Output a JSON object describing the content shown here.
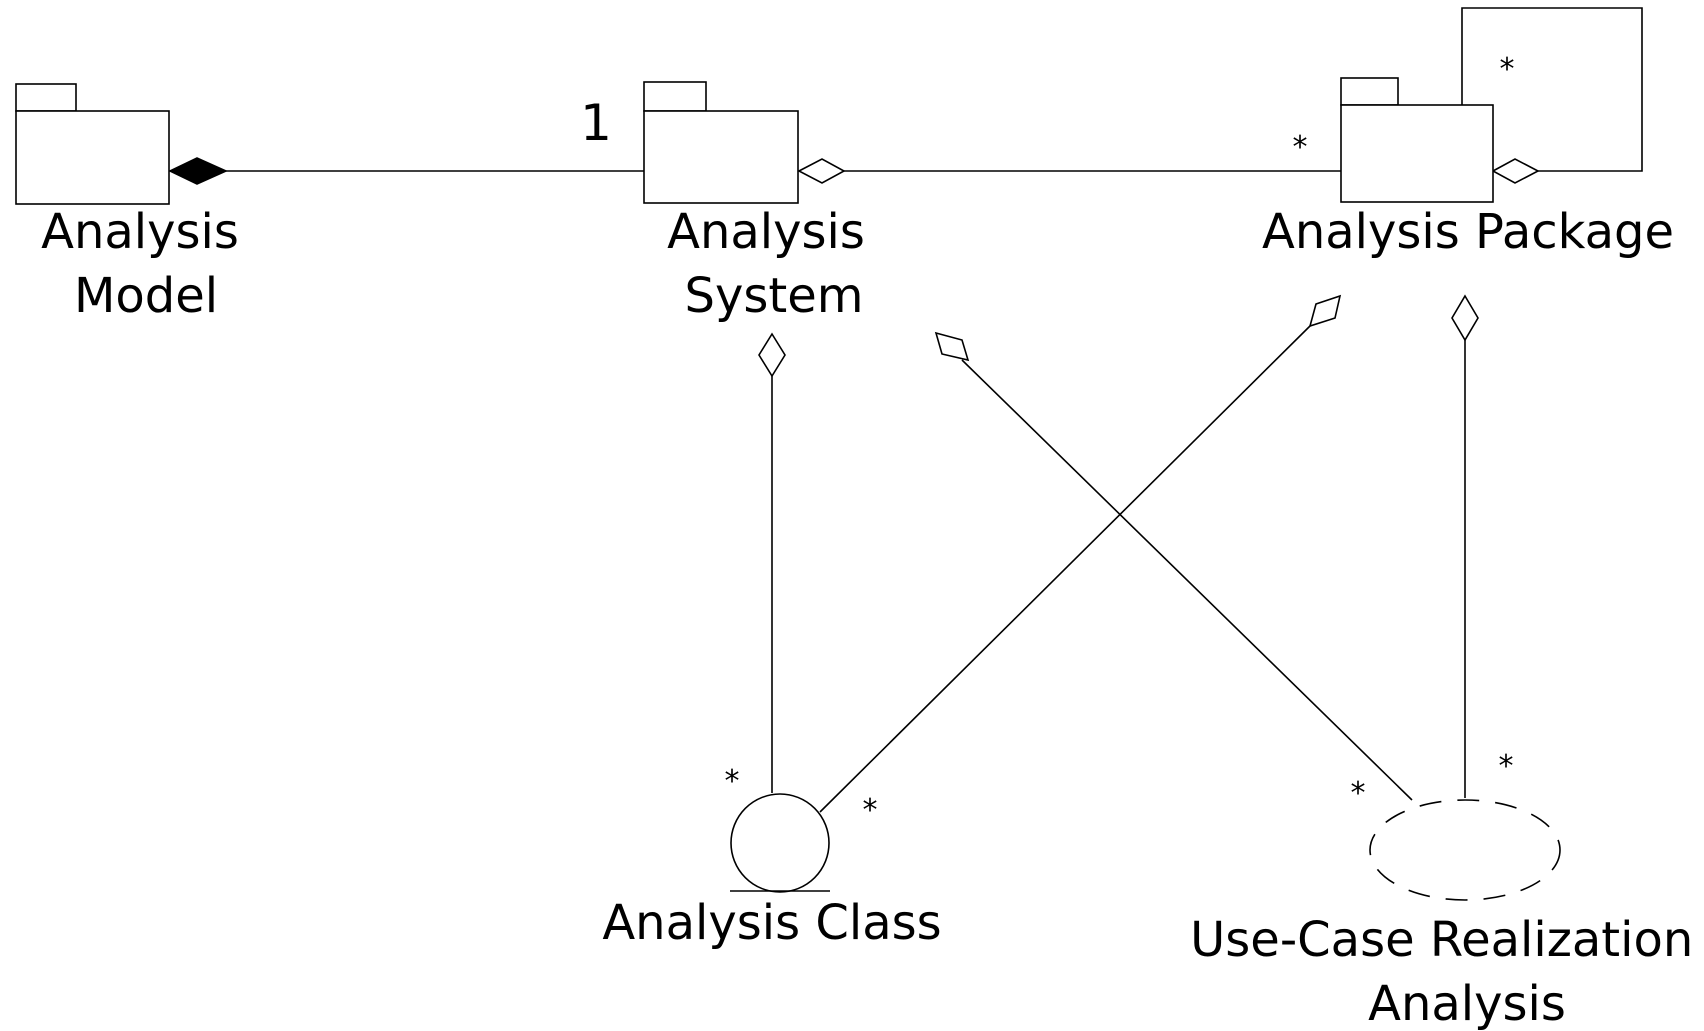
{
  "nodes": {
    "analysis_model": {
      "line1": "Analysis",
      "line2": "Model"
    },
    "analysis_system": {
      "line1": "Analysis",
      "line2": "System"
    },
    "analysis_package": {
      "line1": "Analysis Package"
    },
    "analysis_class": {
      "line1": "Analysis Class"
    },
    "use_case_realization": {
      "line1": "Use-Case Realization -",
      "line2": "Analysis"
    }
  },
  "multiplicities": {
    "model_system_system_end": "1",
    "system_package_package_end": "*",
    "package_self_end": "*",
    "class_system_end": "*",
    "class_package_end": "*",
    "ucr_system_end": "*",
    "ucr_package_end": "*"
  }
}
